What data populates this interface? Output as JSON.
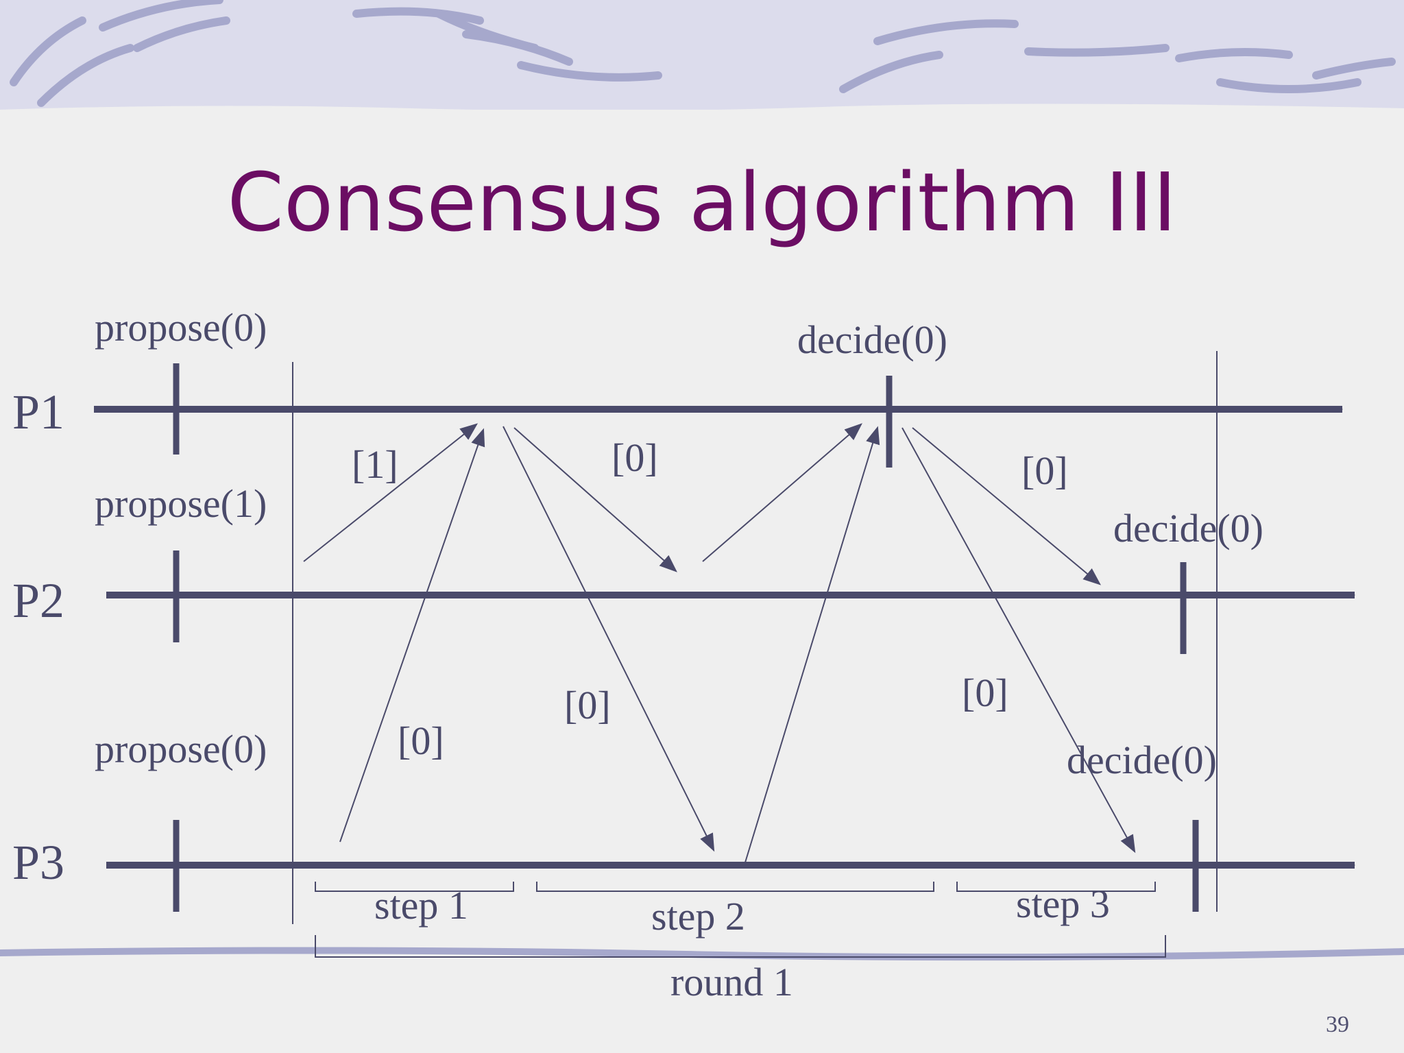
{
  "slide": {
    "title": "Consensus algorithm III",
    "page_number": "39"
  },
  "diagram": {
    "processes": [
      "P1",
      "P2",
      "P3"
    ],
    "propose_labels": [
      "propose(0)",
      "propose(1)",
      "propose(0)"
    ],
    "decide_labels": [
      "decide(0)",
      "decide(0)",
      "decide(0)"
    ],
    "message_labels": [
      "[1]",
      "[0]",
      "[0]",
      "[0]",
      "[0]",
      "[0]"
    ],
    "step_labels": [
      "step 1",
      "step 2",
      "step 3"
    ],
    "round_label": "round 1"
  },
  "colors": {
    "title": "#6b0d63",
    "diagram": "#4a4a6a",
    "background": "#efefef",
    "banner": "#dcdcec"
  }
}
